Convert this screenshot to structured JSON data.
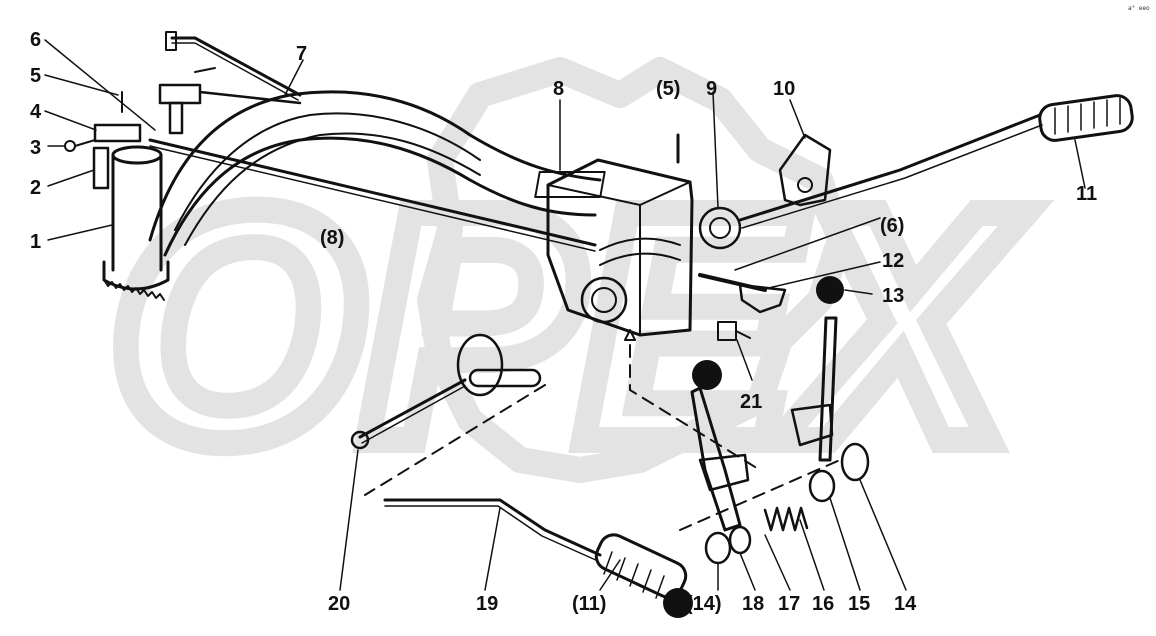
{
  "watermark": "OPEX",
  "corner_mark": "a° eeo",
  "colors": {
    "ink": "#111111",
    "watermark": "#e3e3e3",
    "paper": "#ffffff"
  },
  "labels": {
    "l1": "1",
    "l2": "2",
    "l3": "3",
    "l4": "4",
    "l5": "5",
    "l6": "6",
    "l7": "7",
    "l8": "8",
    "l8p": "(8)",
    "l5p": "(5)",
    "l9": "9",
    "l10": "10",
    "l11": "11",
    "l6p": "(6)",
    "l12": "12",
    "l13": "13",
    "l21": "21",
    "l20": "20",
    "l19": "19",
    "l11p": "(11)",
    "l14p": "(14)",
    "l18": "18",
    "l17": "17",
    "l16": "16",
    "l15": "15",
    "l14": "14"
  }
}
